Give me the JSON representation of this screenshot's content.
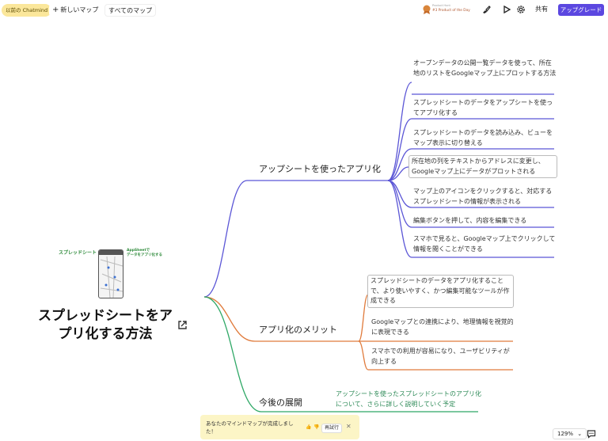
{
  "topbar": {
    "prev_chatmind": "以前の Chatmind",
    "new_map": "新しいマップ",
    "all_maps": "すべてのマップ",
    "product_hunt_small": "Product Hunt",
    "product_hunt_badge": "#3 Product of the Day",
    "share": "共有",
    "upgrade": "アップグレード"
  },
  "root": {
    "title": "スプレッドシートをアプリ化する方法",
    "thumb_label_left": "スプレッドシート",
    "thumb_label_right_1": "AppSheetで",
    "thumb_label_right_2": "データをアプリ化する"
  },
  "branches": [
    {
      "title": "アップシートを使ったアプリ化",
      "items": [
        "オープンデータの公開一覧データを使って、所在地のリストをGoogleマップ上にプロットする方法",
        "スプレッドシートのデータをアップシートを使ってアプリ化する",
        "スプレッドシートのデータを読み込み、ビューをマップ表示に切り替える",
        "所在地の列をテキストからアドレスに変更し、Googleマップ上にデータがプロットされる",
        "マップ上のアイコンをクリックすると、対応するスプレッドシートの情報が表示される",
        "編集ボタンを押して、内容を編集できる",
        "スマホで見ると、Googleマップ上でクリックして情報を閲くことができる"
      ]
    },
    {
      "title": "アプリ化のメリット",
      "items": [
        "スプレッドシートのデータをアプリ化することで、より使いやすく、かつ編集可能なツールが作成できる",
        "Googleマップとの連携により、地理情報を視覚的に表現できる",
        "スマホでの利用が容易になり、ユーザビリティが向上する"
      ]
    },
    {
      "title": "今後の展開",
      "items": [
        "アップシートを使ったスプレッドシートのアプリ化について、さらに詳しく説明していく予定"
      ]
    }
  ],
  "toast": {
    "message": "あなたのマインドマップが完成しました！",
    "retry": "再試行"
  },
  "zoom": "129%",
  "colors": {
    "branch1": "#5b56d6",
    "branch2": "#e07b3c",
    "branch3": "#2fa866",
    "upgrade": "#5b47e0"
  }
}
